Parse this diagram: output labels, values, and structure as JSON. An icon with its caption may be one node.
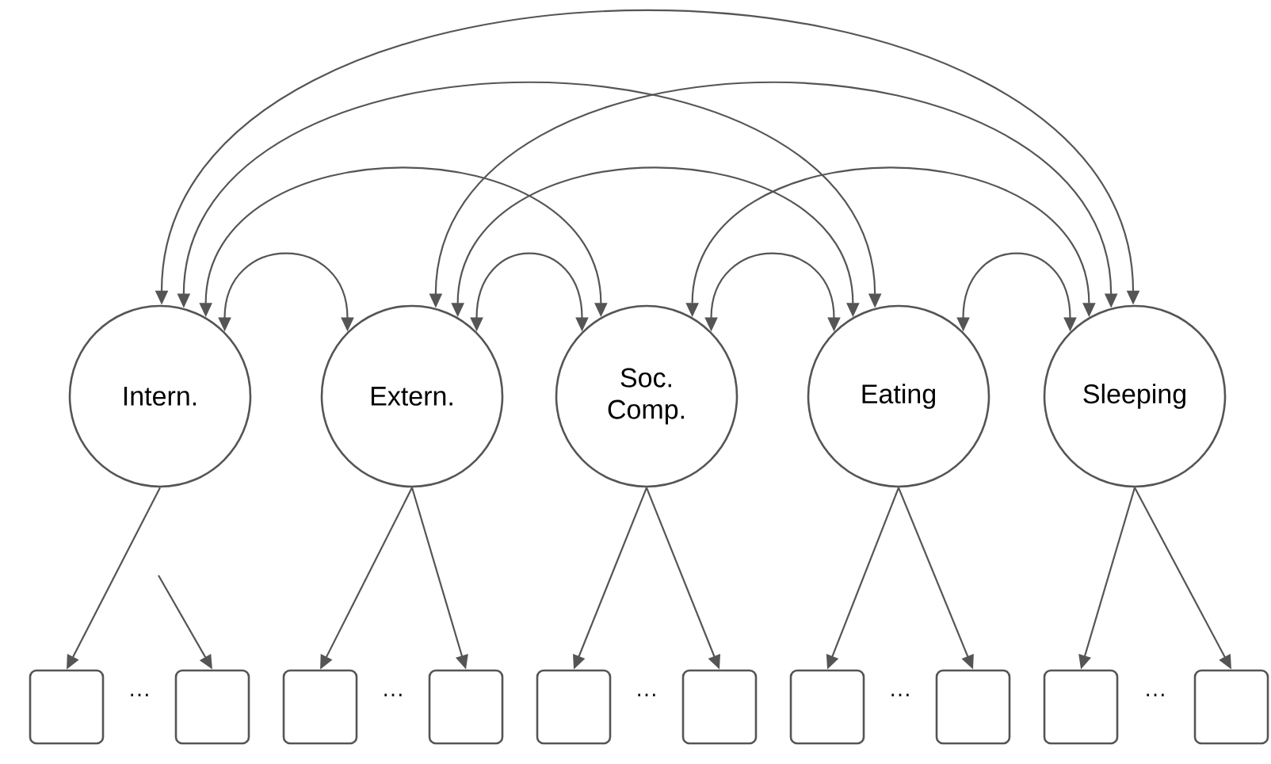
{
  "diagram": {
    "nodes": [
      {
        "text": [
          "Intern."
        ]
      },
      {
        "text": [
          "Extern."
        ]
      },
      {
        "text": [
          "Soc. Comp."
        ]
      },
      {
        "text": [
          "Eating"
        ]
      },
      {
        "text": [
          "Sleeping"
        ]
      },
      {
        "text": [],
        "shape": "box"
      },
      {
        "text": [],
        "shape": "box"
      },
      {
        "text": [],
        "shape": "box"
      },
      {
        "text": [],
        "shape": "box"
      },
      {
        "text": [],
        "shape": "box"
      },
      {
        "text": [],
        "shape": "box"
      },
      {
        "text": [],
        "shape": "box"
      },
      {
        "text": [],
        "shape": "box"
      },
      {
        "text": [],
        "shape": "box"
      },
      {
        "text": [],
        "shape": "box"
      }
    ],
    "edges": [
      {
        "from": 0,
        "to": 1,
        "arrow": "both"
      },
      {
        "from": 0,
        "to": 2,
        "arrow": "both"
      },
      {
        "from": 0,
        "to": 3,
        "arrow": "both"
      },
      {
        "from": 0,
        "to": 4,
        "arrow": "both"
      },
      {
        "from": 1,
        "to": 2,
        "arrow": "both"
      },
      {
        "from": 1,
        "to": 3,
        "arrow": "both"
      },
      {
        "from": 1,
        "to": 4,
        "arrow": "both"
      },
      {
        "from": 2,
        "to": 3,
        "arrow": "both"
      },
      {
        "from": 2,
        "to": 4,
        "arrow": "both"
      },
      {
        "from": 3,
        "to": 4,
        "arrow": "both"
      },
      {
        "from": 0,
        "to": 5,
        "arrow": "to"
      },
      {
        "from": null,
        "to": 6,
        "arrow": "to"
      },
      {
        "from": 1,
        "to": 7,
        "arrow": "to"
      },
      {
        "from": 1,
        "to": 8,
        "arrow": "to"
      },
      {
        "from": 2,
        "to": 9,
        "arrow": "to"
      },
      {
        "from": 2,
        "to": 10,
        "arrow": "to"
      },
      {
        "from": 3,
        "to": 11,
        "arrow": "to"
      },
      {
        "from": 3,
        "to": 12,
        "arrow": "to"
      },
      {
        "from": 4,
        "to": 13,
        "arrow": "to"
      },
      {
        "from": 4,
        "to": 14,
        "arrow": "to"
      }
    ],
    "labels": [
      "···",
      "···",
      "···",
      "···",
      "···"
    ]
  }
}
